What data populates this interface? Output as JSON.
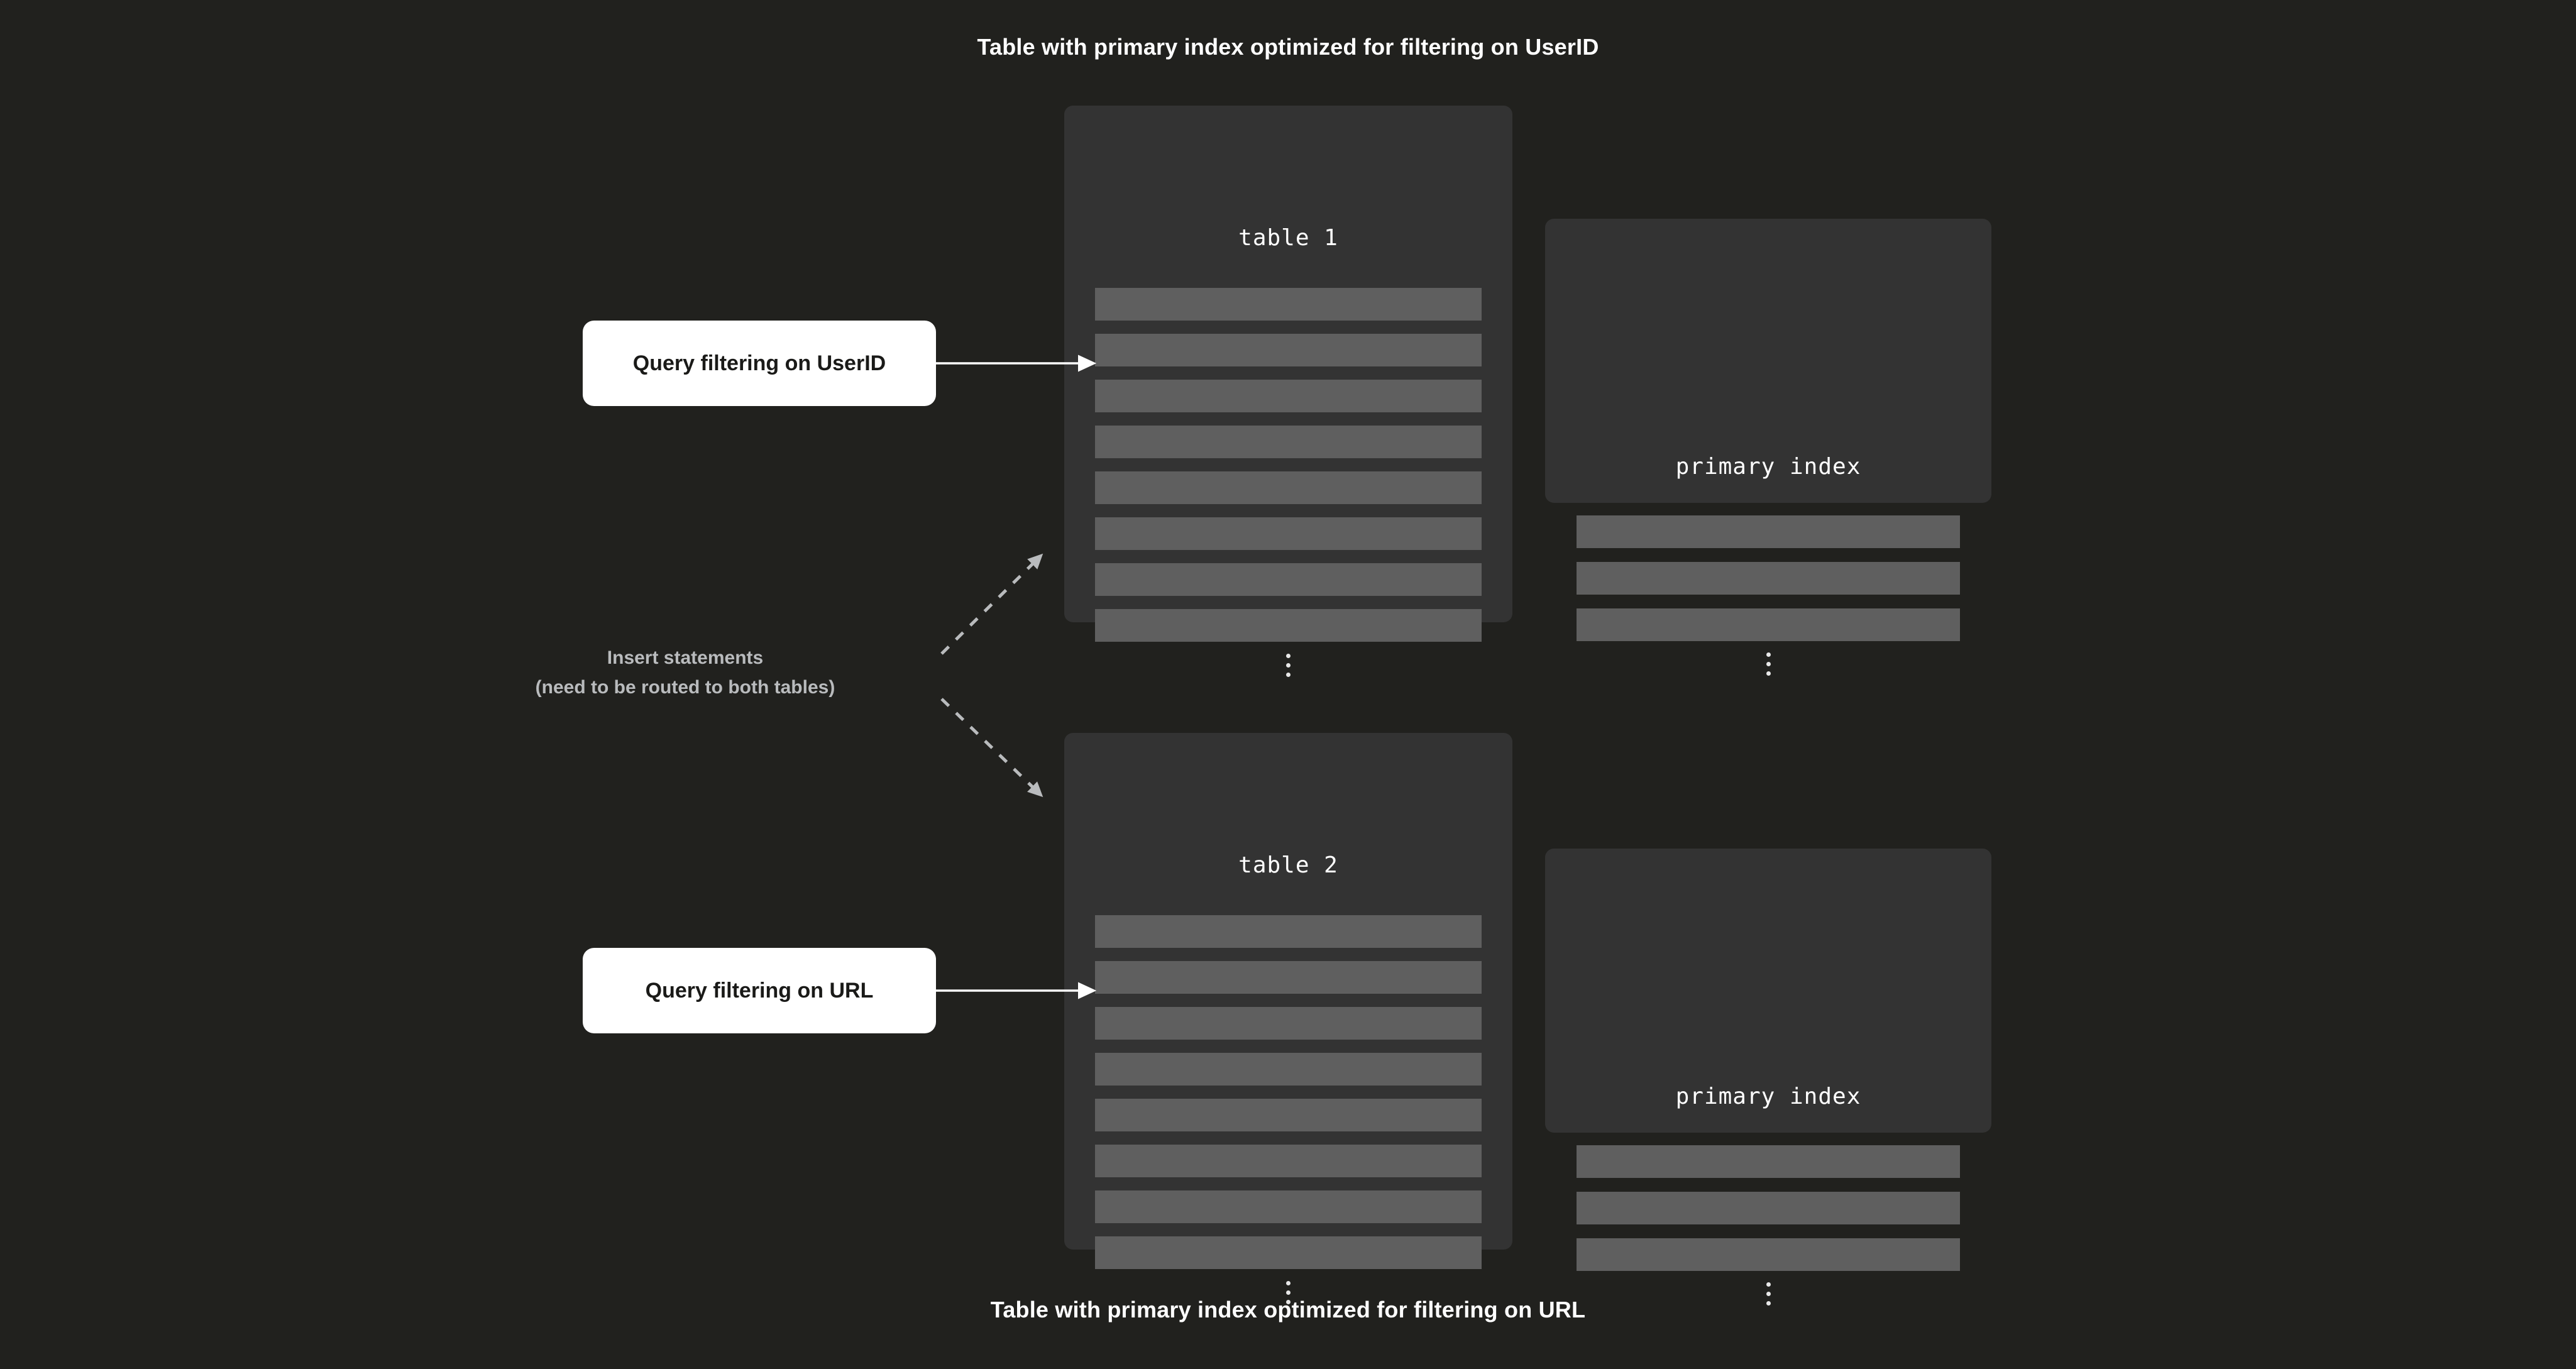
{
  "page": {
    "background_color": "#21211e",
    "card_color": "#333333",
    "row_color": "#5f5f5f",
    "accent_white": "#ffffff",
    "muted_text_color": "#b9bbbd"
  },
  "captions": {
    "top": "Table with primary index optimized for filtering on UserID",
    "bottom": "Table with primary index optimized for filtering on URL"
  },
  "tables": [
    {
      "title": "table 1",
      "row_count": 8,
      "ellipsis": "vertical-ellipsis",
      "index": {
        "title": "primary index",
        "row_count": 3,
        "ellipsis": "vertical-ellipsis"
      }
    },
    {
      "title": "table 2",
      "row_count": 8,
      "ellipsis": "vertical-ellipsis",
      "index": {
        "title": "primary index",
        "row_count": 3,
        "ellipsis": "vertical-ellipsis"
      }
    }
  ],
  "queries": [
    {
      "label": "Query filtering on UserID",
      "target": "table 1"
    },
    {
      "label": "Query filtering on URL",
      "target": "table 2"
    }
  ],
  "insert_note": {
    "line1": "Insert statements",
    "line2": "(need to be routed to both tables)"
  },
  "connectors": [
    {
      "name": "query-userid-to-table1",
      "style": "solid",
      "color": "#ffffff",
      "arrowhead": "triangle"
    },
    {
      "name": "query-url-to-table2",
      "style": "solid",
      "color": "#ffffff",
      "arrowhead": "triangle"
    },
    {
      "name": "insert-to-table1",
      "style": "dashed",
      "color": "#b9bbbd",
      "arrowhead": "triangle"
    },
    {
      "name": "insert-to-table2",
      "style": "dashed",
      "color": "#b9bbbd",
      "arrowhead": "triangle"
    }
  ]
}
